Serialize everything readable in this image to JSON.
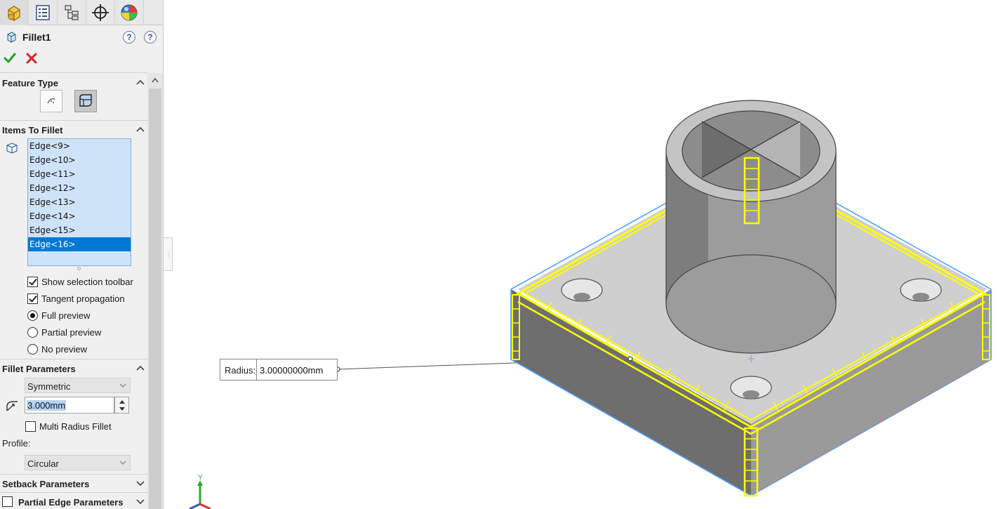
{
  "feature": {
    "title": "Fillet1",
    "help_label": "?",
    "help_options_label": "?"
  },
  "sections": {
    "feature_type": "Feature Type",
    "items_to_fillet": "Items To Fillet",
    "fillet_parameters": "Fillet Parameters",
    "setback_parameters": "Setback Parameters",
    "partial_edge_parameters": "Partial Edge Parameters"
  },
  "edges": [
    "Edge<9>",
    "Edge<10>",
    "Edge<11>",
    "Edge<12>",
    "Edge<13>",
    "Edge<14>",
    "Edge<15>",
    "Edge<16>"
  ],
  "selected_edge": "Edge<16>",
  "options": {
    "show_selection_toolbar": "Show selection toolbar",
    "tangent_propagation": "Tangent propagation",
    "full_preview": "Full preview",
    "partial_preview": "Partial preview",
    "no_preview": "No preview"
  },
  "fillet_params": {
    "method": "Symmetric",
    "radius": "3.000mm",
    "multi_radius": "Multi Radius Fillet",
    "profile_label": "Profile:",
    "profile": "Circular"
  },
  "callout": {
    "label": "Radius:",
    "value": "3.00000000mm"
  },
  "triad": {
    "y_label": "Y"
  },
  "colors": {
    "selection_blue": "#0078d7",
    "list_blue": "#cfe3f8",
    "fillet_yellow": "#ffff00",
    "edge_highlight": "#4da3ff",
    "ok_green": "#1f9e2b",
    "cancel_red": "#d32424"
  }
}
